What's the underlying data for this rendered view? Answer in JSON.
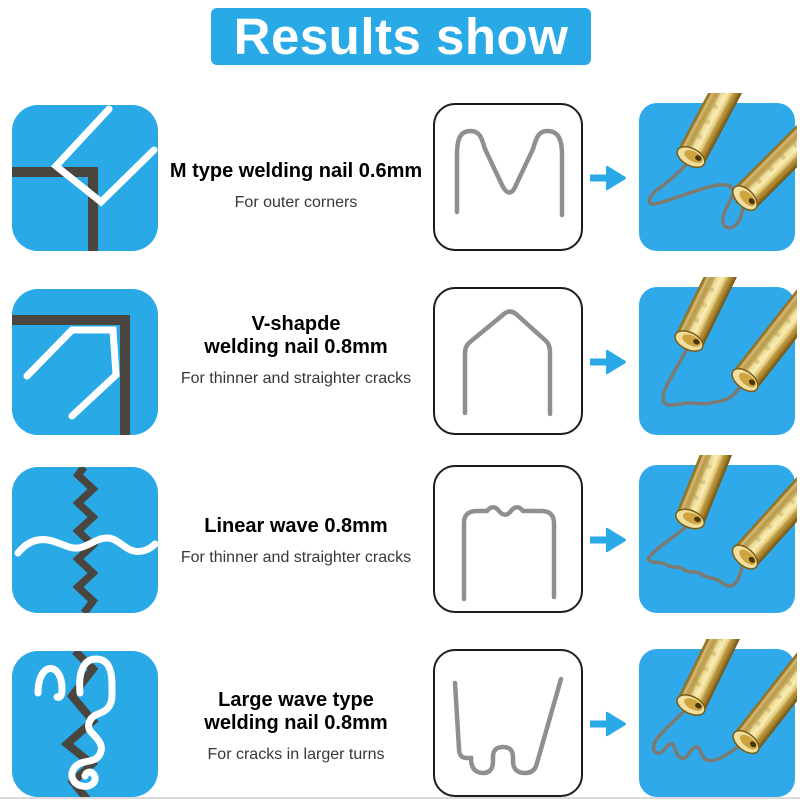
{
  "title": "Results show",
  "colors": {
    "accent_blue": "#29a9e6",
    "crack_dark": "#4a453f",
    "wire_gray": "#8f8f8f",
    "brass_gold": "#d8b860"
  },
  "rows": [
    {
      "id": "m-type",
      "heading": "M type welding nail 0.6mm",
      "subtext": "For outer corners",
      "icon": "outer-corner-crack-icon",
      "staple": "m-shape-staple",
      "photo": "m-staple-applied-photo"
    },
    {
      "id": "v-shape",
      "heading": "V-shapde\nwelding nail 0.8mm",
      "subtext": "For thinner and straighter cracks",
      "icon": "corner-crack-icon",
      "staple": "v-shape-staple",
      "photo": "v-staple-applied-photo"
    },
    {
      "id": "linear-wave",
      "heading": "Linear wave 0.8mm",
      "subtext": "For thinner and straighter cracks",
      "icon": "straight-crack-icon",
      "staple": "linear-wave-staple",
      "photo": "linear-wave-applied-photo"
    },
    {
      "id": "large-wave",
      "heading": "Large wave type\nwelding nail 0.8mm",
      "subtext": "For cracks in larger turns",
      "icon": "curvy-crack-icon",
      "staple": "large-wave-staple",
      "photo": "large-wave-applied-photo"
    }
  ]
}
